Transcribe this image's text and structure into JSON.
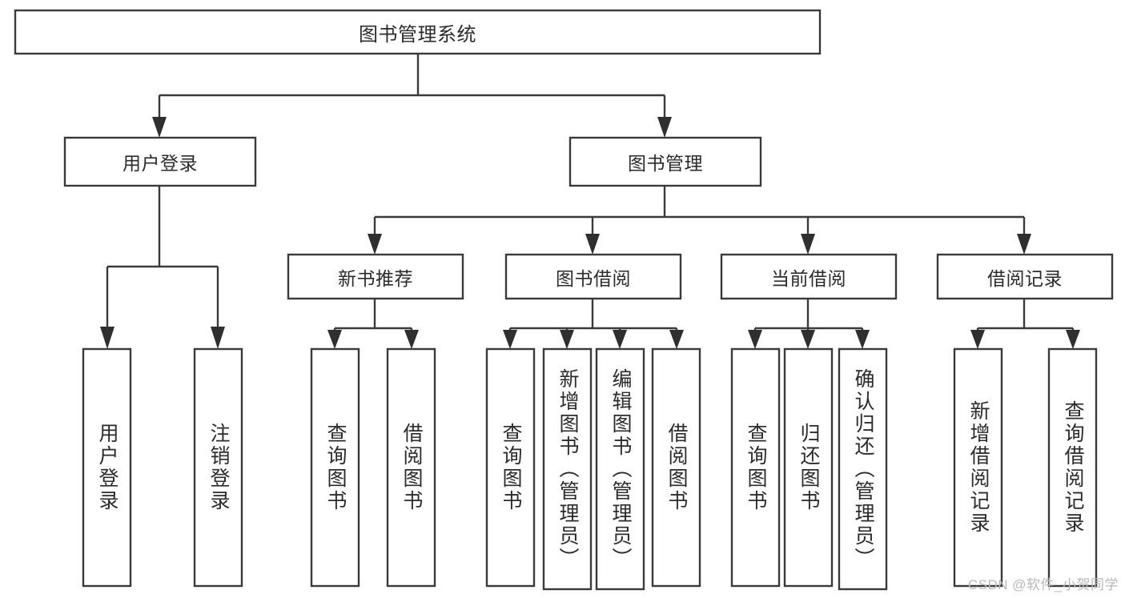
{
  "diagram": {
    "title": "图书管理系统",
    "type": "hierarchy-tree",
    "watermark": "CSDN @软件_小贺同学",
    "colors": {
      "stroke": "#3a3a3a",
      "box_fill": "#ffffff",
      "text": "#2b2b2b",
      "watermark": "#b9b9b9",
      "background": "#ffffff"
    },
    "nodes": {
      "root": {
        "label": "图书管理系统",
        "level": 0,
        "orientation": "horizontal"
      },
      "l1": [
        {
          "id": "user-login",
          "label": "用户登录",
          "level": 1,
          "orientation": "horizontal"
        },
        {
          "id": "book-management",
          "label": "图书管理",
          "level": 1,
          "orientation": "horizontal"
        }
      ],
      "l2": [
        {
          "id": "new-book-recommend",
          "label": "新书推荐",
          "level": 2,
          "orientation": "horizontal"
        },
        {
          "id": "book-borrow",
          "label": "图书借阅",
          "level": 2,
          "orientation": "horizontal"
        },
        {
          "id": "current-borrow",
          "label": "当前借阅",
          "level": 2,
          "orientation": "horizontal"
        },
        {
          "id": "borrow-record",
          "label": "借阅记录",
          "level": 2,
          "orientation": "horizontal"
        }
      ],
      "leaves": [
        {
          "id": "leaf-user-login",
          "label": "用户登录",
          "parent": "user-login",
          "orientation": "vertical"
        },
        {
          "id": "leaf-user-logout",
          "label": "注销登录",
          "parent": "user-login",
          "orientation": "vertical"
        },
        {
          "id": "leaf-query-book-1",
          "label": "查询图书",
          "parent": "new-book-recommend",
          "orientation": "vertical"
        },
        {
          "id": "leaf-borrow-book-1",
          "label": "借阅图书",
          "parent": "new-book-recommend",
          "orientation": "vertical"
        },
        {
          "id": "leaf-query-book-2",
          "label": "查询图书",
          "parent": "book-borrow",
          "orientation": "vertical"
        },
        {
          "id": "leaf-add-book",
          "label": "新增图书（管理员）",
          "parent": "book-borrow",
          "orientation": "vertical"
        },
        {
          "id": "leaf-edit-book",
          "label": "编辑图书（管理员）",
          "parent": "book-borrow",
          "orientation": "vertical"
        },
        {
          "id": "leaf-borrow-book-2",
          "label": "借阅图书",
          "parent": "book-borrow",
          "orientation": "vertical"
        },
        {
          "id": "leaf-query-book-3",
          "label": "查询图书",
          "parent": "current-borrow",
          "orientation": "vertical"
        },
        {
          "id": "leaf-return-book",
          "label": "归还图书",
          "parent": "current-borrow",
          "orientation": "vertical"
        },
        {
          "id": "leaf-confirm-return",
          "label": "确认归还（管理员）",
          "parent": "current-borrow",
          "orientation": "vertical"
        },
        {
          "id": "leaf-add-record",
          "label": "新增借阅记录",
          "parent": "borrow-record",
          "orientation": "vertical"
        },
        {
          "id": "leaf-query-record",
          "label": "查询借阅记录",
          "parent": "borrow-record",
          "orientation": "vertical"
        }
      ]
    }
  }
}
